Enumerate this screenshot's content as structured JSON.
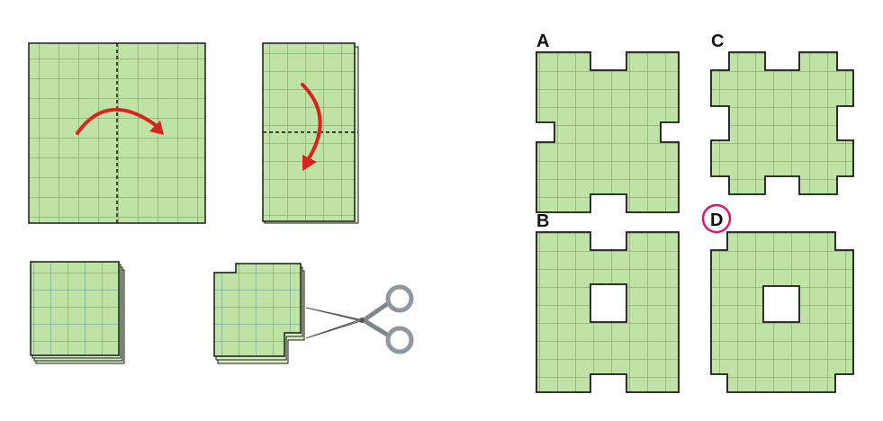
{
  "colors": {
    "paper_fill": "#bfe3a5",
    "grid_line": "#5f8f9e",
    "outline": "#1a1a1a",
    "arrow": "#d9241d",
    "answer_circle": "#d9166b",
    "scissors_metal": "#b8bfc5",
    "scissors_handle": "#8f989f"
  },
  "steps": [
    {
      "name": "unfolded-square",
      "fold_line": "vertical",
      "arrow": "right"
    },
    {
      "name": "folded-in-half",
      "fold_line": "horizontal",
      "arrow": "down"
    },
    {
      "name": "folded-in-quarters"
    },
    {
      "name": "cut-corners",
      "tool": "scissors-icon"
    }
  ],
  "options": [
    {
      "label": "A",
      "shape": "rectangular notches on left and right sides"
    },
    {
      "label": "C",
      "shape": "notches on all four sides"
    },
    {
      "label": "B",
      "shape": "notches on top and bottom, square hole in center"
    },
    {
      "label": "D",
      "shape": "cut corners, square hole in center"
    }
  ],
  "answer": "D"
}
